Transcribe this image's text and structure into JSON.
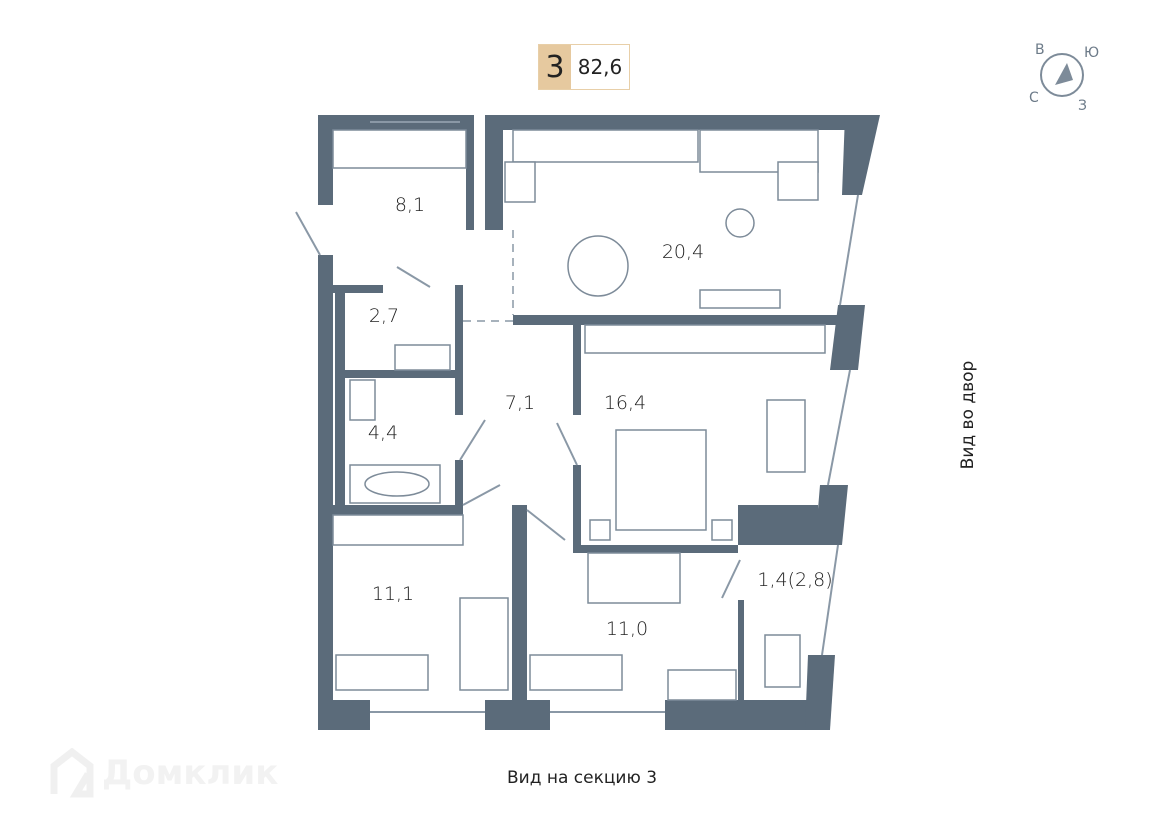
{
  "header": {
    "rooms_count": "3",
    "total_area": "82,6"
  },
  "compass": {
    "east": "В",
    "south": "Ю",
    "north": "С",
    "west": "З"
  },
  "rooms": [
    {
      "name": "wardrobe-hall",
      "area": "8,1"
    },
    {
      "name": "kitchen-living",
      "area": "20,4"
    },
    {
      "name": "toilet",
      "area": "2,7"
    },
    {
      "name": "hallway",
      "area": "7,1"
    },
    {
      "name": "bedroom",
      "area": "16,4"
    },
    {
      "name": "bathroom",
      "area": "4,4"
    },
    {
      "name": "room-left",
      "area": "11,1"
    },
    {
      "name": "room-middle",
      "area": "11,0"
    },
    {
      "name": "balcony",
      "area": "1,4(2,8)"
    }
  ],
  "views": {
    "side": "Вид во двор",
    "bottom": "Вид на секцию 3"
  },
  "watermark": "Домклик",
  "colors": {
    "wall": "#5b6b7a",
    "badge": "#e6c99f"
  }
}
